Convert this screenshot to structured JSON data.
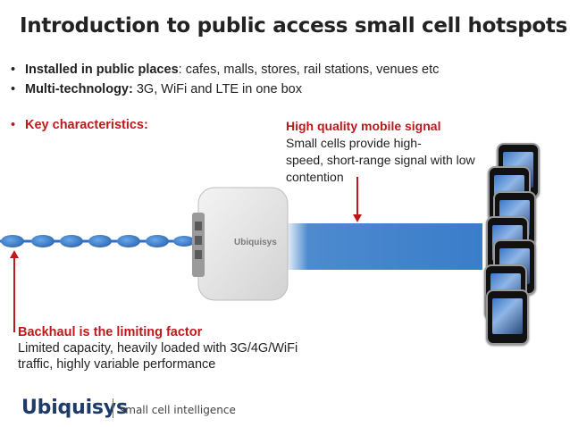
{
  "title": "Introduction to public access small cell hotspots",
  "bullets": [
    {
      "bold": "Installed in public places",
      "rest": ": cafes, malls, stores, rail stations, venues etc"
    },
    {
      "bold": "Multi-technology:",
      "rest": " 3G, WiFi and LTE in one box"
    },
    {
      "bold": "Key characteristics:",
      "rest": ""
    }
  ],
  "callouts": {
    "signal": {
      "head": "High quality mobile signal",
      "lines": [
        "Small cells provide high-",
        "speed, short-range signal with low",
        "contention"
      ]
    },
    "backhaul": {
      "head": "Backhaul is the limiting factor",
      "lines": [
        "Limited capacity, heavily loaded with 3G/4G/WiFi",
        "traffic, highly variable performance"
      ]
    }
  },
  "device": {
    "brand": "Ubiquisys"
  },
  "footer": {
    "logo": "Ubiquisys",
    "tagline": "small cell intelligence"
  },
  "colors": {
    "accent_red": "#c0171d",
    "signal_blue": "#3a7dc9",
    "brand_navy": "#1d3a68"
  }
}
